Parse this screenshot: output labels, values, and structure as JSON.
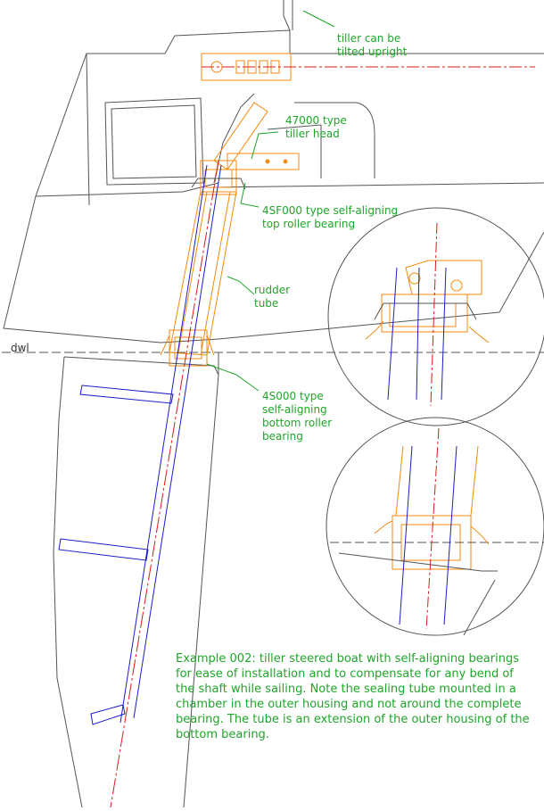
{
  "labels": {
    "tiller_tilt": [
      "tiller can be",
      "tilted upright"
    ],
    "tiller_head": [
      "47000 type",
      "tiller head"
    ],
    "top_bearing": [
      "4SF000 type self-aligning",
      "top roller bearing"
    ],
    "rudder_tube": [
      "rudder",
      "tube"
    ],
    "bottom_bearing": [
      "4S000 type",
      "self-aligning",
      "bottom roller",
      "bearing"
    ],
    "waterline": "dwl"
  },
  "caption": "Example 002: tiller steered boat with self-aligning bearings for ease of installation and to compensate for any bend of the shaft while sailing. Note the sealing tube mounted in a chamber in the outer housing and not around the complete bearing. The tube is an extension of the outer housing of the bottom bearing.",
  "colors": {
    "hull": "#555555",
    "bearing": "#f08a10",
    "shaft": "#1c1cc8",
    "centerline": "#d81b1b",
    "label": "#1fa52a"
  }
}
